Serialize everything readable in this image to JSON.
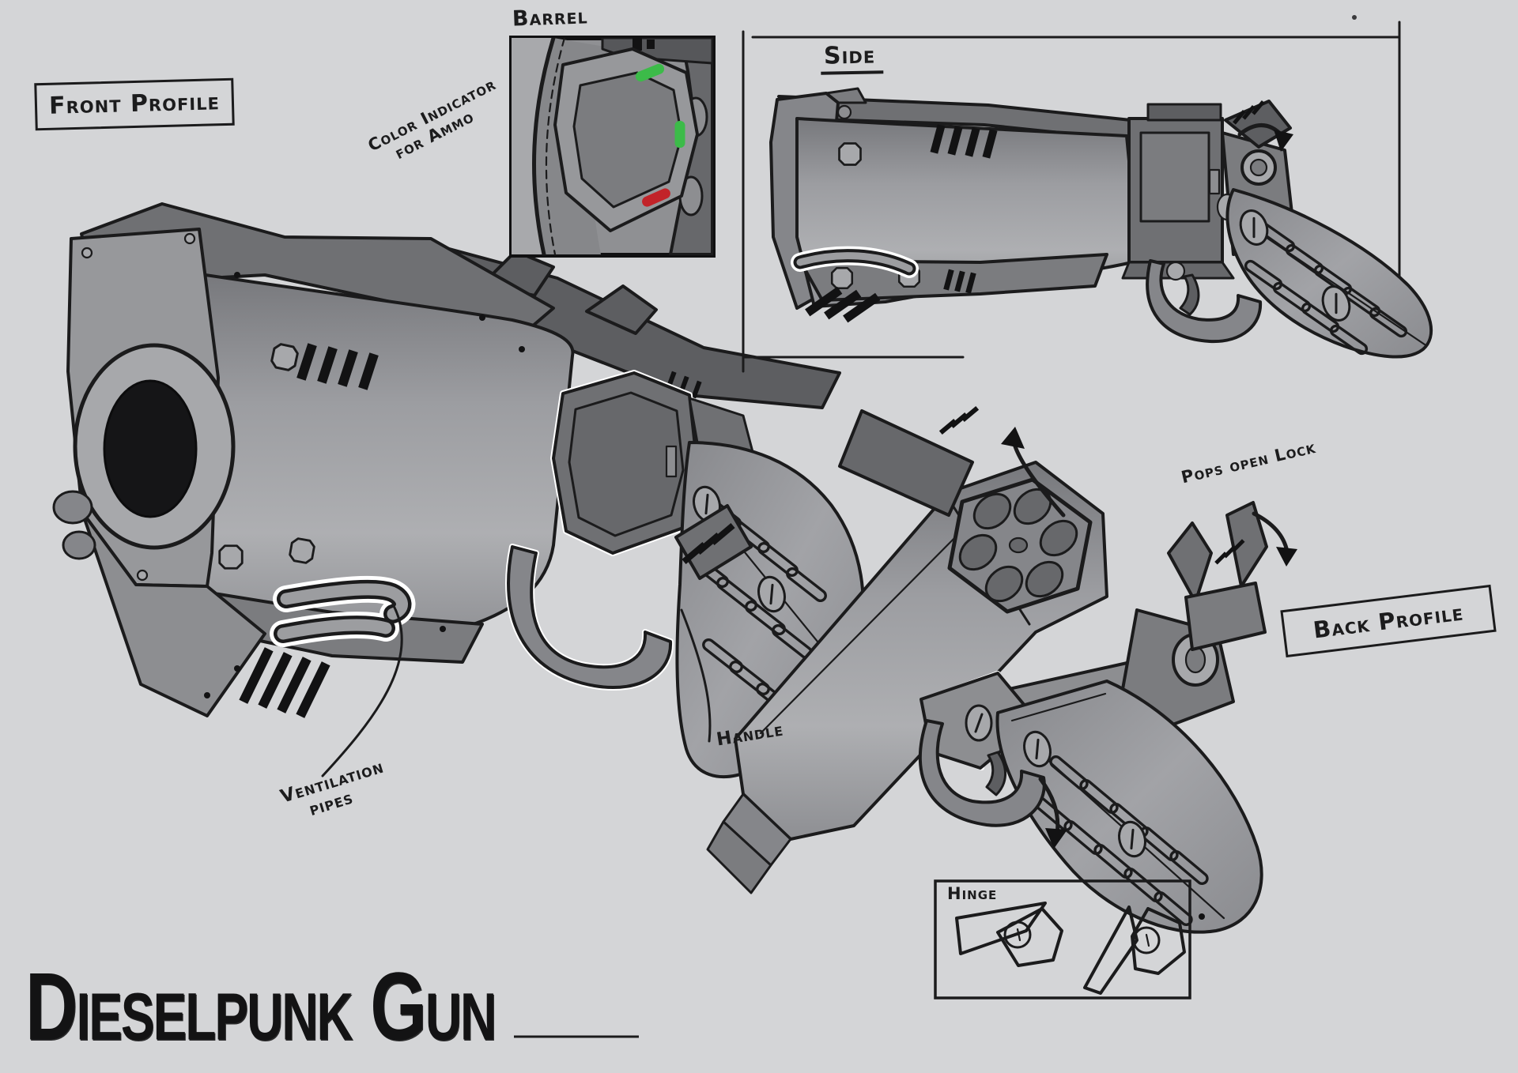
{
  "title": "Dieselpunk Gun",
  "labels": {
    "front_profile": "Front Profile",
    "barrel": "Barrel",
    "color_indicator_line1": "Color Indicator",
    "color_indicator_line2": "for Ammo",
    "side": "Side",
    "pops_open_lock": "Pops open Lock",
    "back_profile": "Back Profile",
    "handle": "Handle",
    "ventilation_line1": "Ventilation",
    "ventilation_line2": "pipes",
    "hinge": "Hinge"
  },
  "colors": {
    "background": "#d4d5d7",
    "ink": "#1b1b1c",
    "metal_light": "#aaabae",
    "metal_mid": "#8d8e91",
    "metal_dark": "#67686b",
    "highlight": "#ffffff",
    "ammo_green": "#3cbb49",
    "ammo_red": "#c22329"
  },
  "views": [
    "Front Profile",
    "Side",
    "Back Profile"
  ],
  "insets": [
    "Barrel",
    "Hinge"
  ]
}
